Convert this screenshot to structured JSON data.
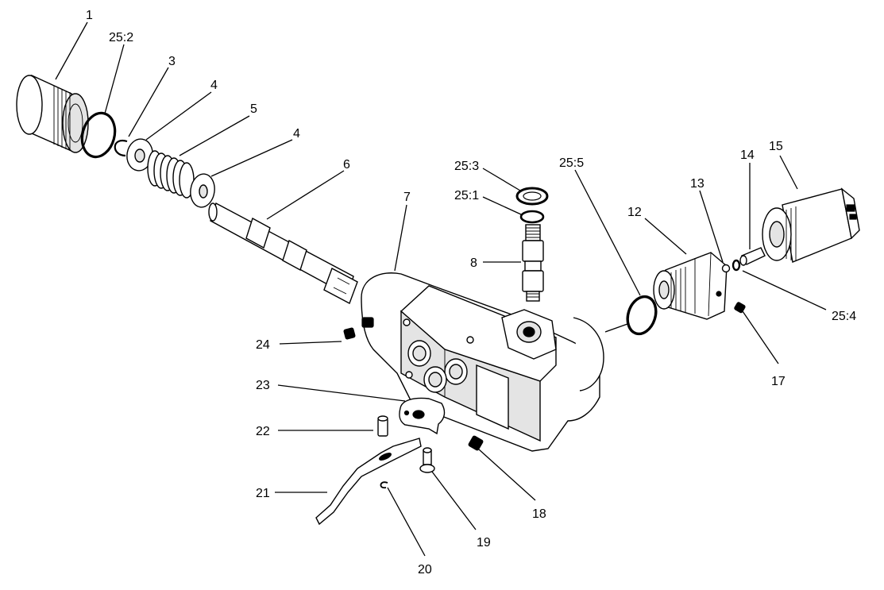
{
  "callouts": {
    "c1": "1",
    "c25_2": "25:2",
    "c3": "3",
    "c4a": "4",
    "c5": "5",
    "c4b": "4",
    "c6": "6",
    "c7": "7",
    "c25_3": "25:3",
    "c25_1": "25:1",
    "c8": "8",
    "c25_5": "25:5",
    "c12": "12",
    "c13": "13",
    "c14": "14",
    "c15": "15",
    "c25_4": "25:4",
    "c17": "17",
    "c18": "18",
    "c19": "19",
    "c20": "20",
    "c21": "21",
    "c22": "22",
    "c23": "23",
    "c24": "24"
  }
}
